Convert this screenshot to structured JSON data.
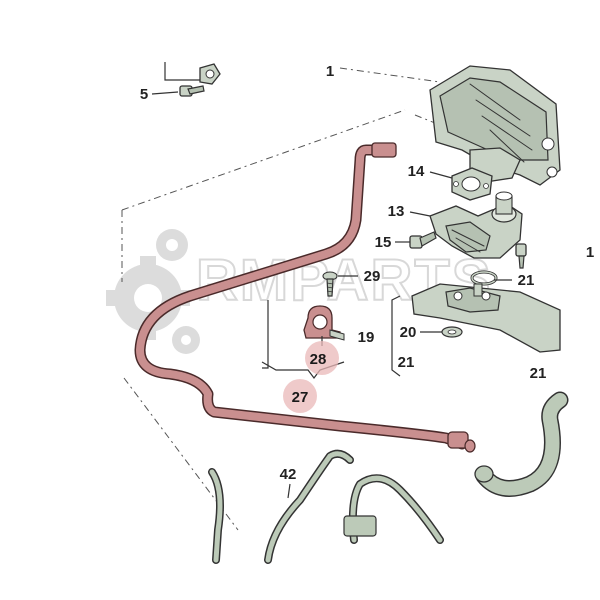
{
  "labels": {
    "n1": "1",
    "n5": "5",
    "n13": "13",
    "n14": "14",
    "n15": "15",
    "n19": "19",
    "n20": "20",
    "n21_a": "21",
    "n21_b": "21",
    "n21_c": "21",
    "n27": "27",
    "n28": "28",
    "n29": "29",
    "n42": "42",
    "n_cut": "1"
  },
  "watermark": {
    "text": "RMPARTS"
  },
  "colors": {
    "highlight_hose": "#c98f8f",
    "highlight_badge": "#e9b8b8",
    "part_grey": "#c9d3c6"
  }
}
